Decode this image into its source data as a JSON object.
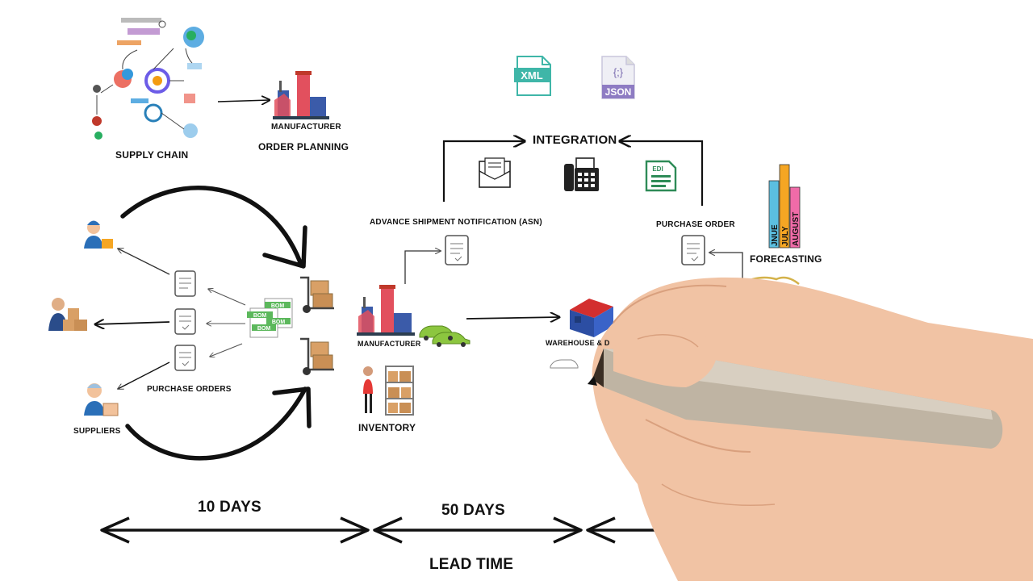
{
  "labels": {
    "supply_chain": "SUPPLY CHAIN",
    "manufacturer_top": "MANUFACTURER",
    "order_planning": "ORDER PLANNING",
    "integration": "INTEGRATION",
    "asn": "ADVANCE SHIPMENT NOTIFICATION (ASN)",
    "purchase_order": "PURCHASE ORDER",
    "forecasting": "FORECASTING",
    "purchase_orders": "PURCHASE ORDERS",
    "suppliers": "SUPPLIERS",
    "manufacturer_mid": "MANUFACTURER",
    "inventory": "INVENTORY",
    "warehouse": "WAREHOUSE & D",
    "ten_days": "10 DAYS",
    "fifty_days": "50 DAYS",
    "lead_time": "LEAD TIME"
  },
  "file_badges": {
    "xml": "XML",
    "json_glyph": "{;}",
    "json": "JSON",
    "edi": "EDI"
  },
  "bom_labels": [
    "BOM",
    "BOM",
    "BOM",
    "BOM"
  ],
  "forecast_bars": {
    "labels": [
      "JNUE",
      "JULY",
      "AUGUST"
    ],
    "colors": [
      "#5bbfe0",
      "#f5a623",
      "#f06ba8"
    ]
  },
  "colors": {
    "factory_red": "#e2505e",
    "factory_blue": "#3b5ba9",
    "teal": "#3fb6a8",
    "car_green": "#8cc63f",
    "ink": "#111111"
  }
}
